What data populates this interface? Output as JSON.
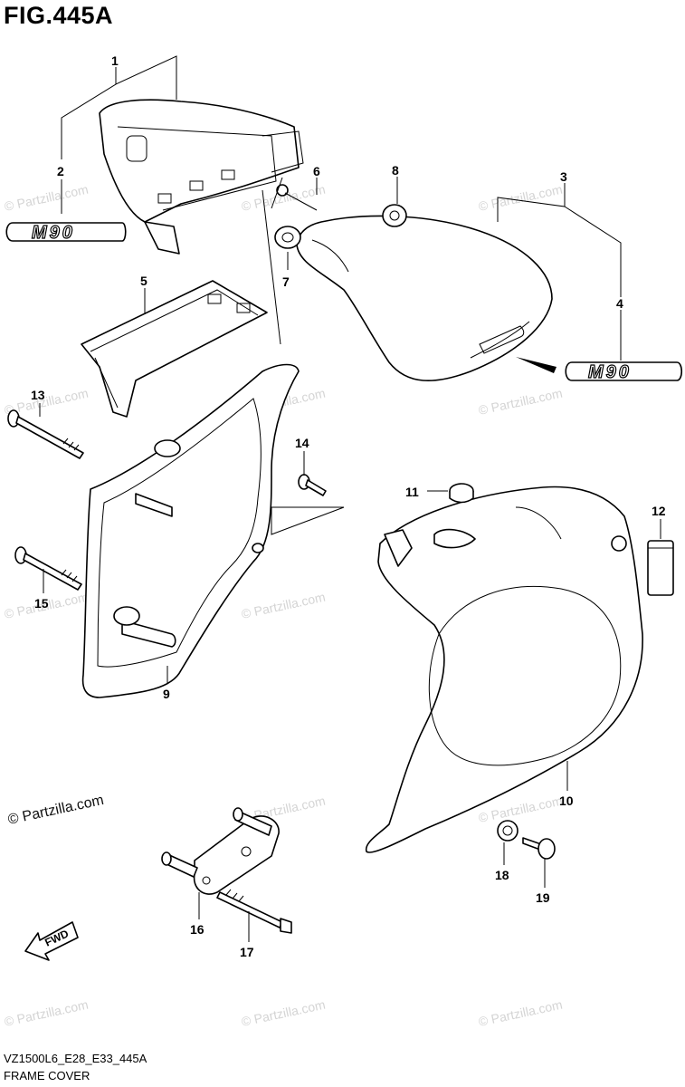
{
  "figure": {
    "title": "FIG.445A",
    "code": "VZ1500L6_E28_E33_445A",
    "name": "FRAME COVER"
  },
  "watermark": {
    "text": "© Partzilla.com",
    "color": "#d4d4d4"
  },
  "emblem_text": "M90",
  "fwd_label": "FWD",
  "callouts": [
    {
      "id": "1",
      "label": "1"
    },
    {
      "id": "2",
      "label": "2"
    },
    {
      "id": "3",
      "label": "3"
    },
    {
      "id": "4",
      "label": "4"
    },
    {
      "id": "5",
      "label": "5"
    },
    {
      "id": "6",
      "label": "6"
    },
    {
      "id": "7",
      "label": "7"
    },
    {
      "id": "8",
      "label": "8"
    },
    {
      "id": "9",
      "label": "9"
    },
    {
      "id": "10",
      "label": "10"
    },
    {
      "id": "11",
      "label": "11"
    },
    {
      "id": "12",
      "label": "12"
    },
    {
      "id": "13",
      "label": "13"
    },
    {
      "id": "14",
      "label": "14"
    },
    {
      "id": "15",
      "label": "15"
    },
    {
      "id": "16",
      "label": "16"
    },
    {
      "id": "17",
      "label": "17"
    },
    {
      "id": "18",
      "label": "18"
    },
    {
      "id": "19",
      "label": "19"
    }
  ]
}
